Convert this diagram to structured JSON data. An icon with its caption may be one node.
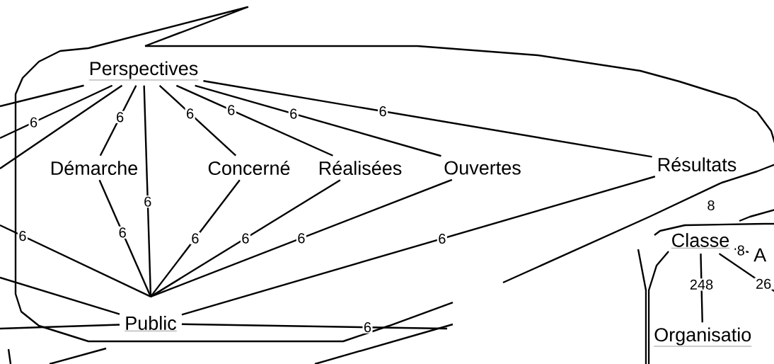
{
  "diagram": {
    "nodes": [
      {
        "text": [
          "Perspectives"
        ]
      },
      {
        "text": [
          "Démarche"
        ]
      },
      {
        "text": [
          "Concerné"
        ]
      },
      {
        "text": [
          "Réalisées"
        ]
      },
      {
        "text": [
          "Ouvertes"
        ]
      },
      {
        "text": [
          "Résultats"
        ]
      },
      {
        "text": [
          "Public"
        ]
      },
      {
        "text": [
          "Classe"
        ]
      },
      {
        "text": [
          "A"
        ]
      },
      {
        "text": [
          "Organisatio"
        ]
      }
    ],
    "edges": [
      {
        "from": 0,
        "to": 1,
        "arrow": "none",
        "label": "6"
      },
      {
        "from": 0,
        "to": 6,
        "arrow": "none",
        "label": "6"
      },
      {
        "from": 0,
        "to": 2,
        "arrow": "none",
        "label": "6"
      },
      {
        "from": 0,
        "to": 3,
        "arrow": "none",
        "label": "6"
      },
      {
        "from": 0,
        "to": 4,
        "arrow": "none",
        "label": "6"
      },
      {
        "from": 0,
        "to": 5,
        "arrow": "none",
        "label": "6"
      },
      {
        "from": 0,
        "to": null,
        "arrow": "none"
      },
      {
        "from": 0,
        "to": null,
        "arrow": "none",
        "label": "6"
      },
      {
        "from": 0,
        "to": null,
        "arrow": "none"
      },
      {
        "from": 6,
        "to": 1,
        "arrow": "none",
        "label": "6"
      },
      {
        "from": 6,
        "to": 2,
        "arrow": "none",
        "label": "6"
      },
      {
        "from": 6,
        "to": 3,
        "arrow": "none",
        "label": "6"
      },
      {
        "from": 6,
        "to": 4,
        "arrow": "none",
        "label": "6"
      },
      {
        "from": 6,
        "to": 5,
        "arrow": "none",
        "label": "6"
      },
      {
        "from": 6,
        "to": null,
        "arrow": "none",
        "label": "6"
      },
      {
        "from": 6,
        "to": null,
        "arrow": "none"
      },
      {
        "from": 6,
        "to": null,
        "arrow": "none"
      },
      {
        "from": 6,
        "to": null,
        "arrow": "none",
        "label": "6"
      },
      {
        "from": 7,
        "to": 8,
        "arrow": "none",
        "label": "8"
      },
      {
        "from": 7,
        "to": 9,
        "arrow": "none",
        "label": "248"
      },
      {
        "from": 7,
        "to": null,
        "arrow": "none",
        "label": "26"
      }
    ],
    "labels": [
      "8"
    ]
  }
}
